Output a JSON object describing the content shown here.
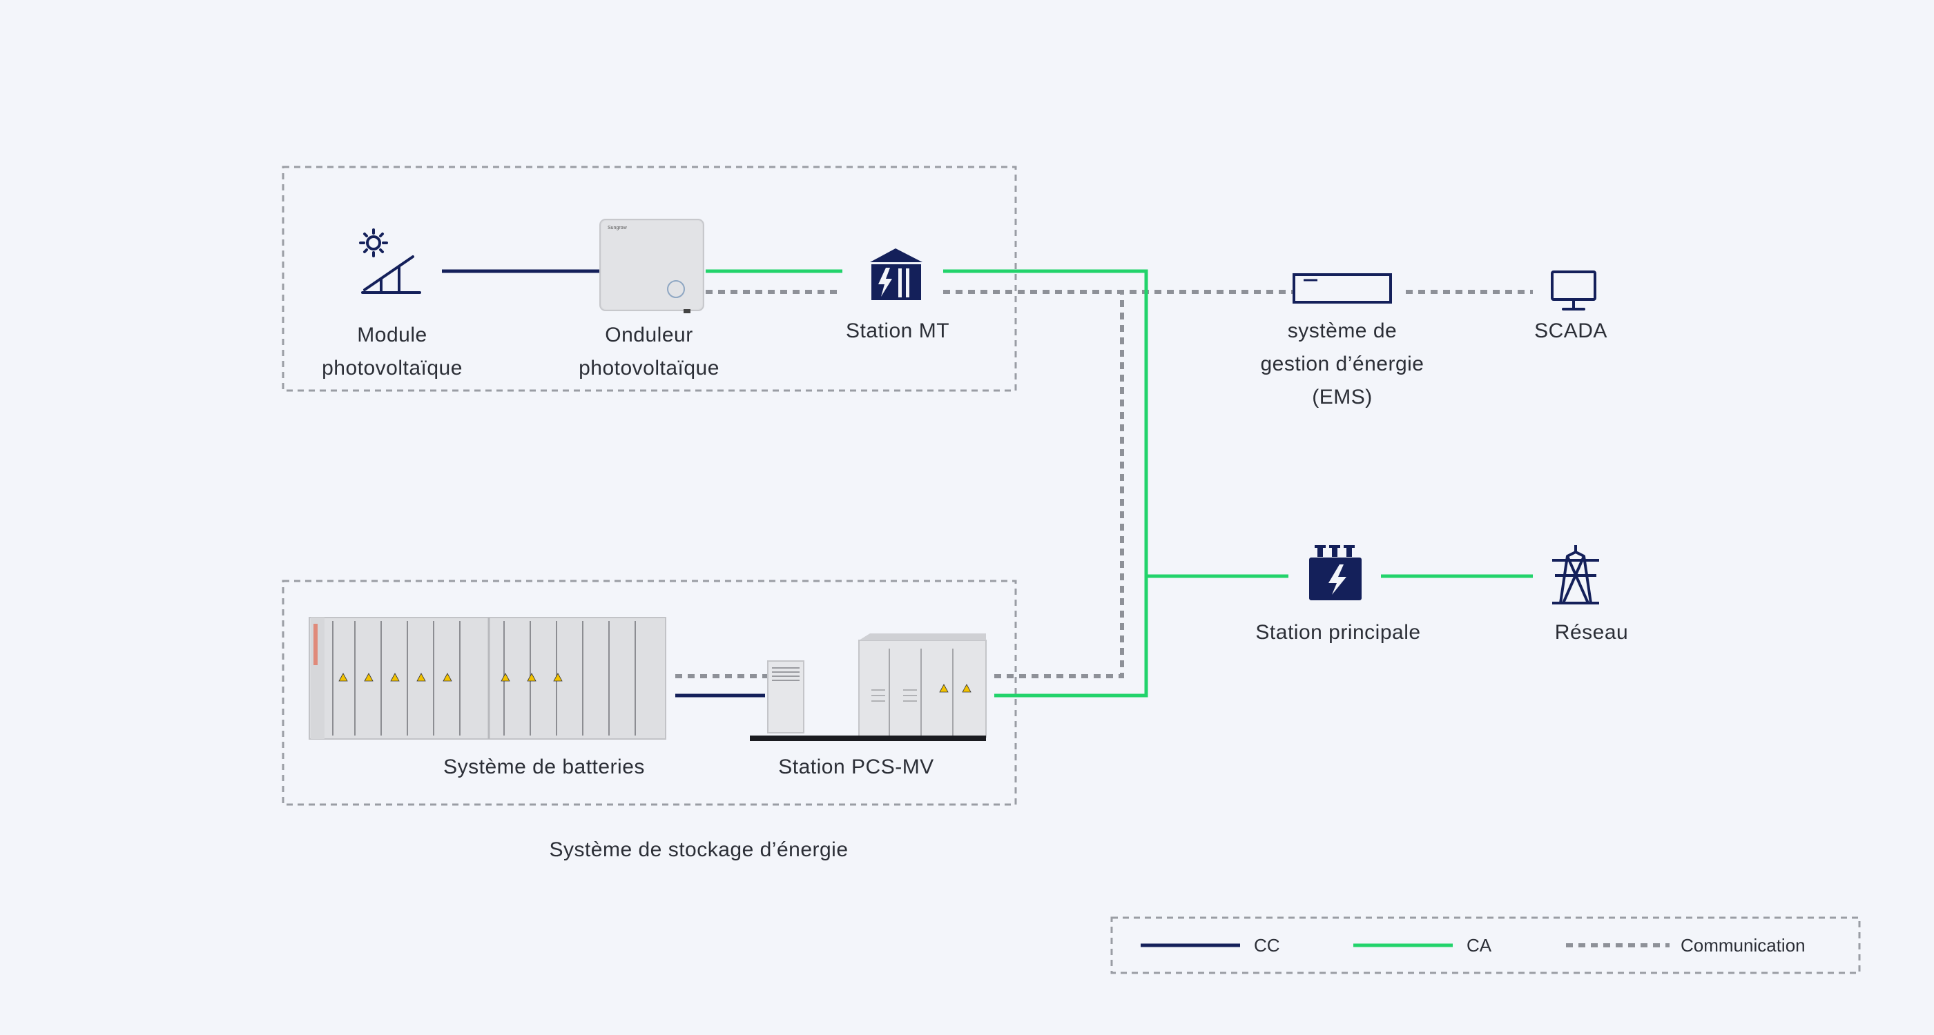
{
  "nodes": {
    "pv_module": {
      "label": "Module\nphotovoltaïque",
      "icon": "solar-panel-icon"
    },
    "pv_inverter": {
      "label": "Onduleur\nphotovoltaïque",
      "icon": "inverter-icon"
    },
    "mv_station": {
      "label": "Station MT",
      "icon": "substation-building-icon"
    },
    "ems": {
      "label": "système de\ngestion d’énergie\n(EMS)",
      "icon": "ems-device-icon"
    },
    "scada": {
      "label": "SCADA",
      "icon": "monitor-icon"
    },
    "main_station": {
      "label": "Station principale",
      "icon": "transformer-icon"
    },
    "grid": {
      "label": "Réseau",
      "icon": "power-tower-icon"
    },
    "battery_system": {
      "label": "Système de batteries",
      "icon": "battery-container-icon"
    },
    "pcs_mv_station": {
      "label": "Station PCS-MV",
      "icon": "pcs-cabinet-icon"
    }
  },
  "groups": {
    "storage": {
      "label": "Système de stockage d’énergie"
    }
  },
  "legend": {
    "dc": {
      "label": "CC"
    },
    "ac": {
      "label": "CA"
    },
    "comm": {
      "label": "Communication"
    }
  },
  "colors": {
    "dc": "#14205a",
    "ac": "#22d36b",
    "comm": "#8e9198",
    "icon": "#14205a",
    "group_border": "#9a9da4",
    "text": "#2b2e36"
  }
}
